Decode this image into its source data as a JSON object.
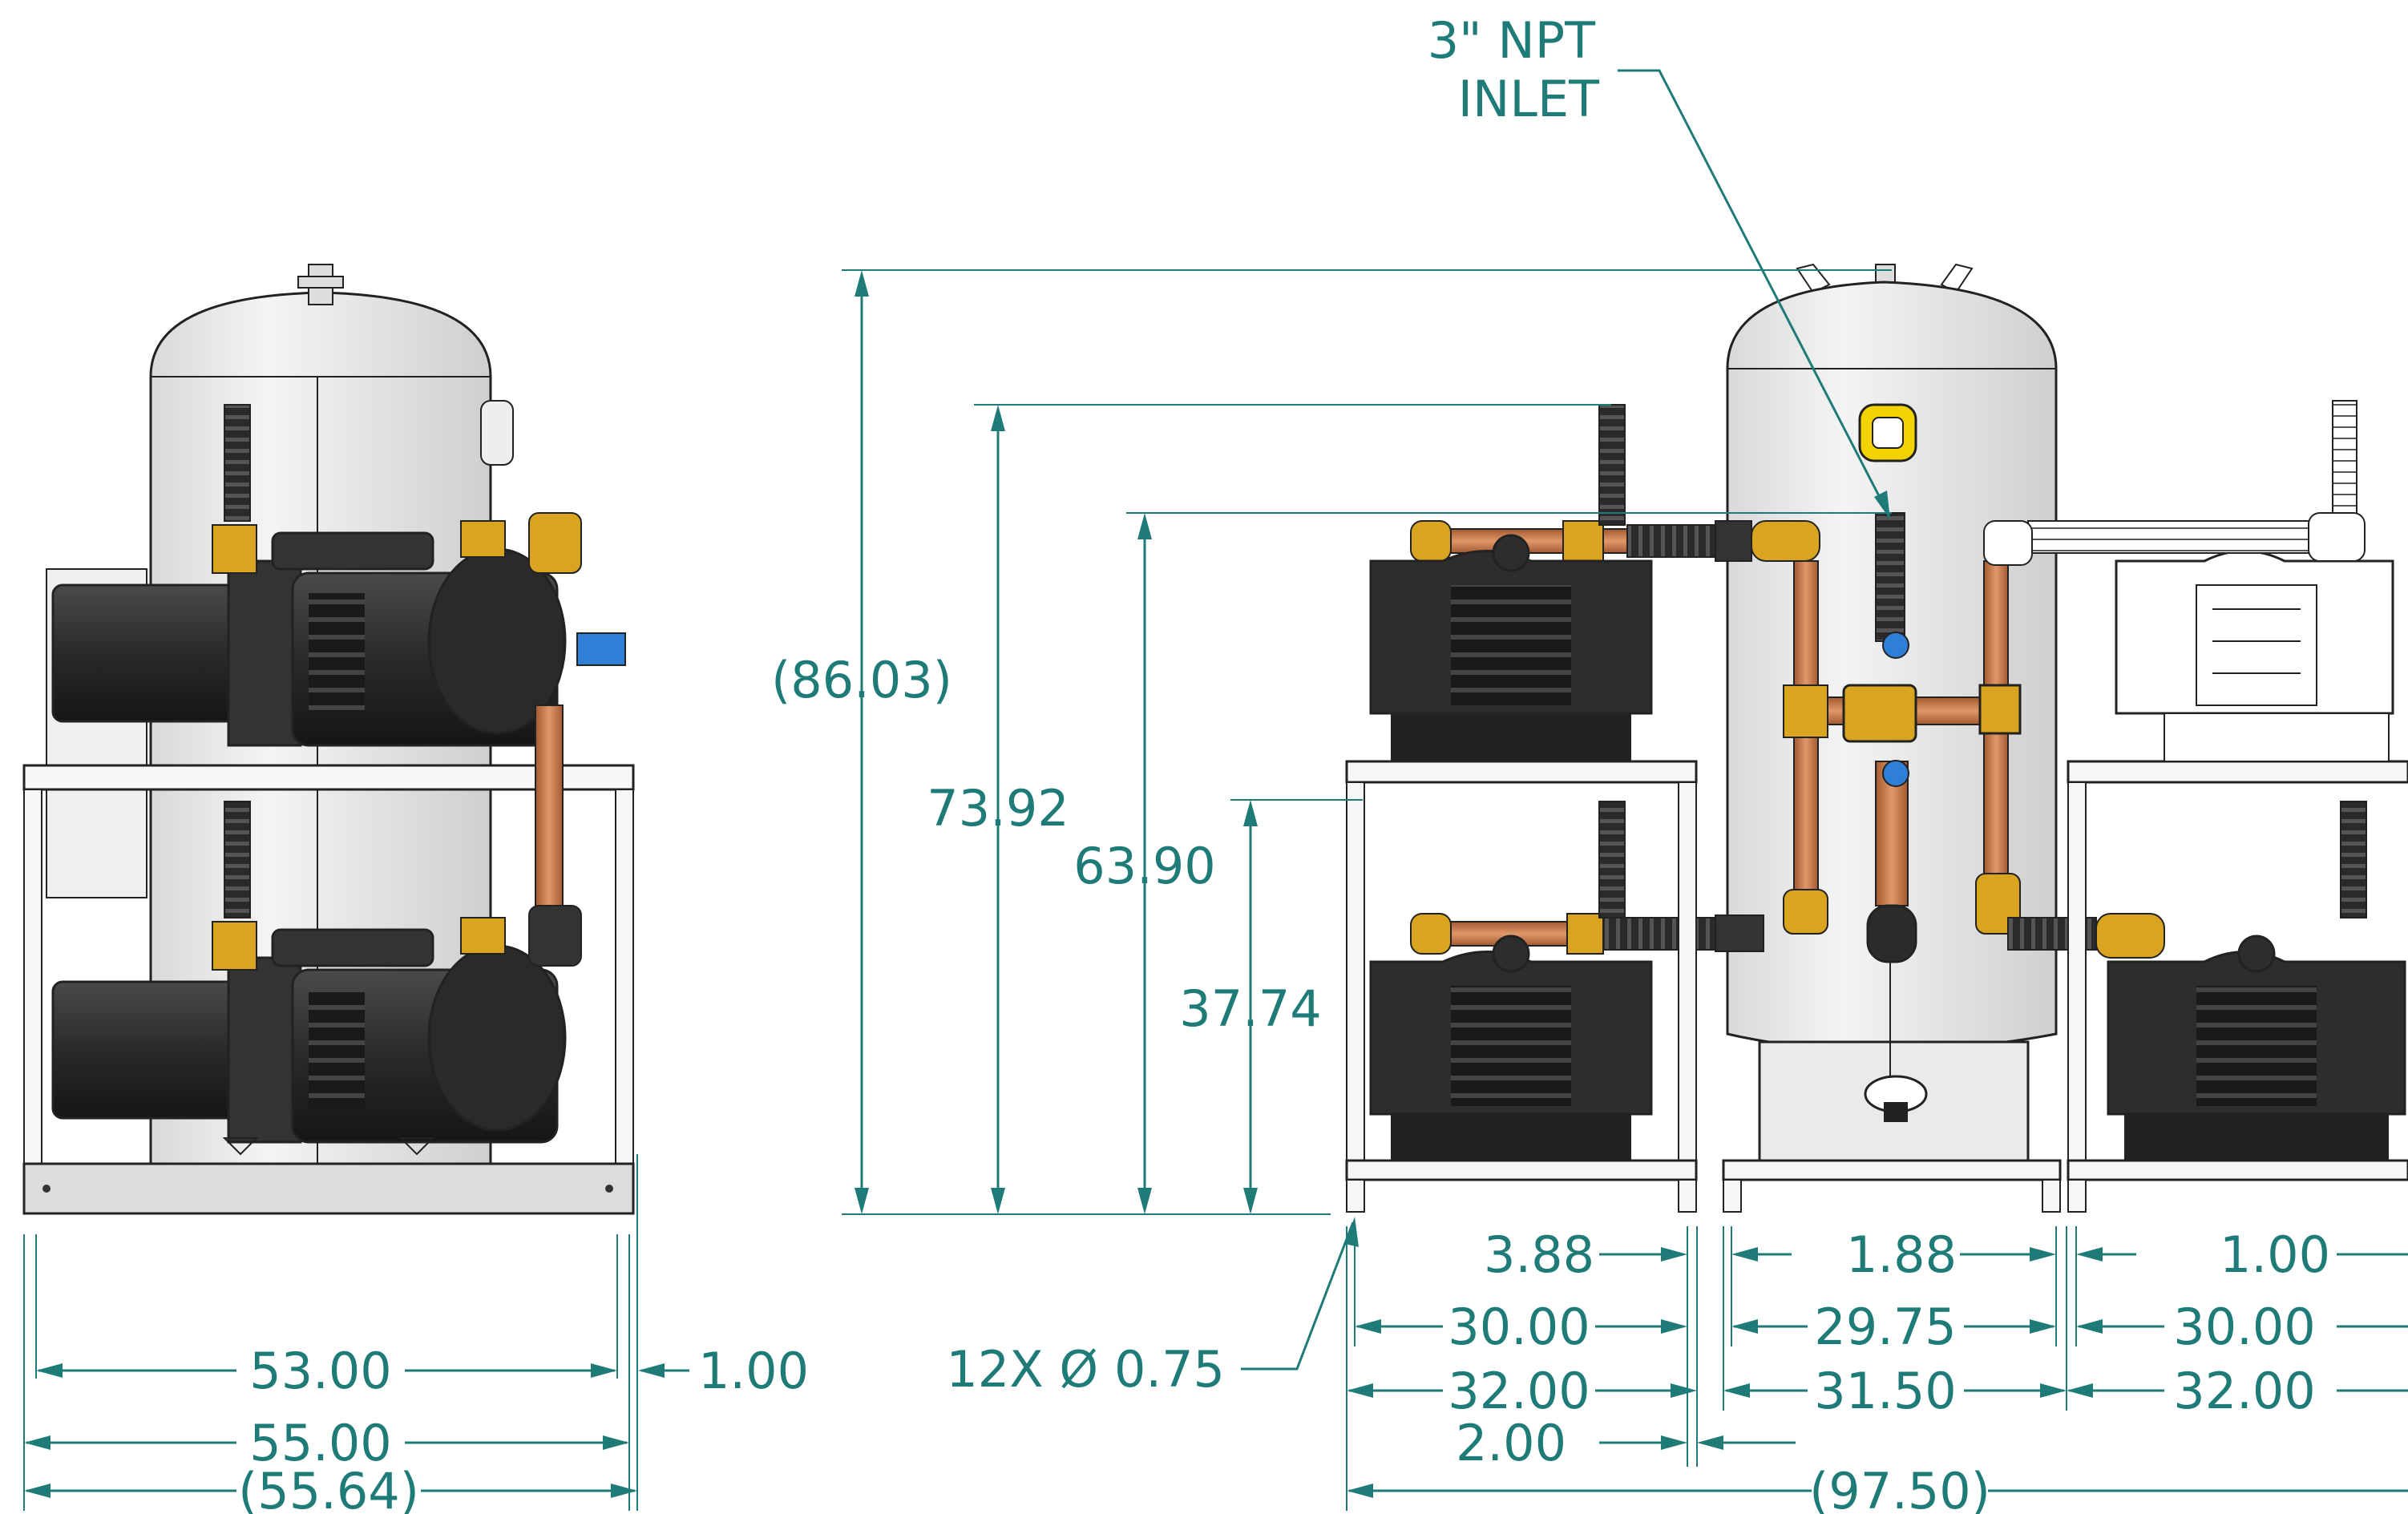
{
  "callouts": {
    "inlet_line1": "3\" NPT",
    "inlet_line2": "INLET",
    "holes": "12X Ø 0.75"
  },
  "dimensions": {
    "overall_height": "(86.03)",
    "pump_top_height": "73.92",
    "inlet_height": "63.90",
    "frame_height": "37.74",
    "side_inner_width": "53.00",
    "side_frame_width": "55.00",
    "side_overall_width": "(55.64)",
    "side_offset": "1.00",
    "left_offset": "3.88",
    "left_inner_width": "30.00",
    "left_frame_width": "32.00",
    "left_gap": "2.00",
    "center_offset": "1.88",
    "center_inner_width": "29.75",
    "center_frame_width": "31.50",
    "right_offset": "1.00",
    "right_inner_width": "30.00",
    "right_frame_width": "32.00",
    "front_overall_width": "(97.50)"
  },
  "colors": {
    "dimension": "#1e7b78",
    "motor": "#2b2b2b",
    "copper": "#c87a4a",
    "brass": "#d9a520",
    "tank": "#e8e8e8",
    "valve_blue": "#2f7fd6"
  }
}
